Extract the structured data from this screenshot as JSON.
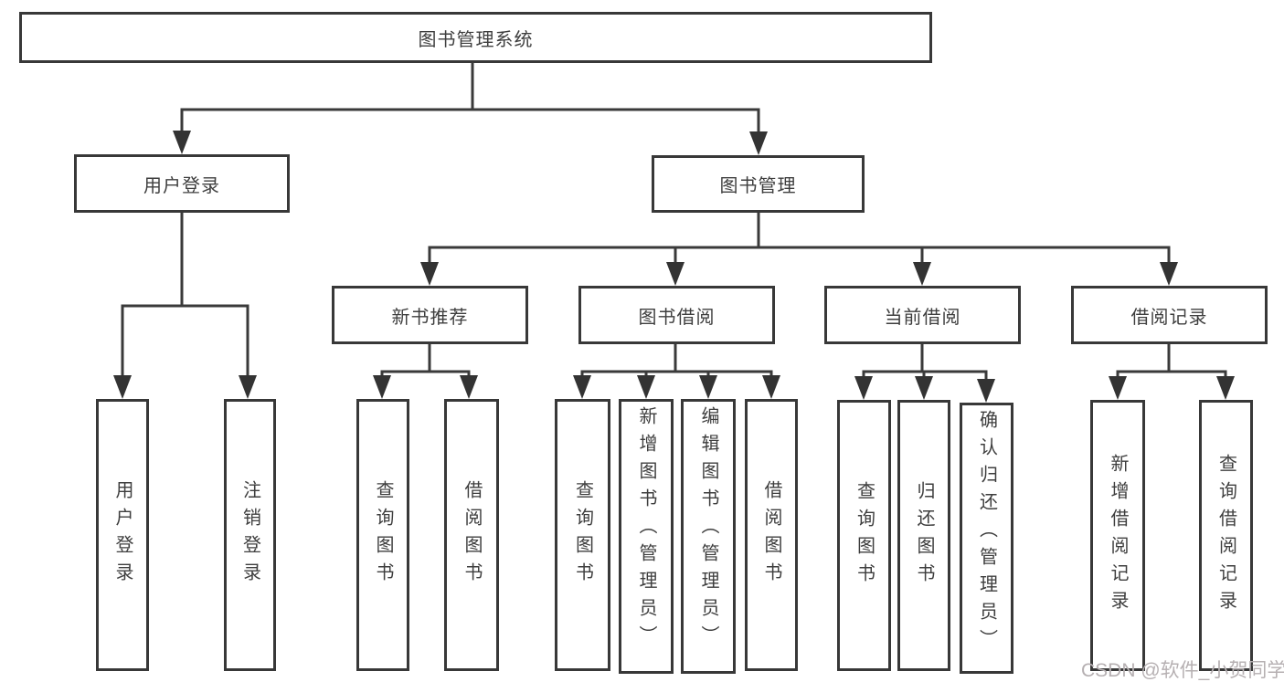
{
  "tree": {
    "root": "图书管理系统",
    "children": [
      {
        "label": "用户登录",
        "children": [
          "用户登录",
          "注销登录"
        ]
      },
      {
        "label": "图书管理",
        "children": [
          {
            "label": "新书推荐",
            "children": [
              "查询图书",
              "借阅图书"
            ]
          },
          {
            "label": "图书借阅",
            "children": [
              "查询图书",
              "新增图书（管理员）",
              "编辑图书（管理员）",
              "借阅图书"
            ]
          },
          {
            "label": "当前借阅",
            "children": [
              "查询图书",
              "归还图书",
              "确认归还（管理员）"
            ]
          },
          {
            "label": "借阅记录",
            "children": [
              "新增借阅记录",
              "查询借阅记录"
            ]
          }
        ]
      }
    ]
  },
  "watermark": {
    "text": "CSDN @软件_小贺同学"
  },
  "colors": {
    "background": "#ffffff",
    "box_border": "#383838",
    "box_fill": "#ffffff",
    "text": "#3e3e3e",
    "connector": "#3a3a3a",
    "watermark": "#b6b0b2"
  }
}
